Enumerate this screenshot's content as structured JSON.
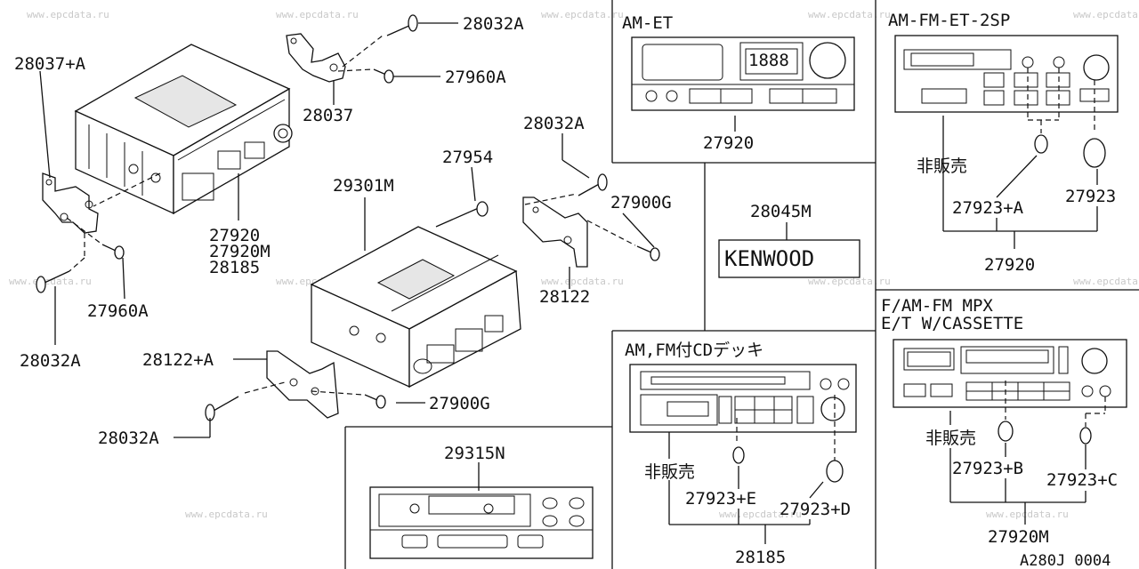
{
  "watermark": "www.epcdata.ru",
  "doc_code": "A280J 0004",
  "not_for_sale": "非販売",
  "brand_plate": "KENWOOD",
  "sections": {
    "am_et": "AM-ET",
    "am_fm_et_2sp": "AM-FM-ET-2SP",
    "am_fm_cd": "AM,FM付CDデッキ",
    "f_am_fm_mpx_line1": "F/AM-FM MPX",
    "f_am_fm_mpx_line2": "E/T W/CASSETTE"
  },
  "display": {
    "am_et_clock": "1888"
  },
  "parts": {
    "p28032A_top": "28032A",
    "p27960A_top": "27960A",
    "p28037": "28037",
    "p28037A": "28037+A",
    "p27920_a": "27920",
    "p27920M_a": "27920M",
    "p28185_a": "28185",
    "p27960A_b": "27960A",
    "p28032A_b": "28032A",
    "p27954": "27954",
    "p29301M": "29301M",
    "p28032A_c": "28032A",
    "p27900G_a": "27900G",
    "p28122": "28122",
    "p28122A": "28122+A",
    "p27900G_b": "27900G",
    "p28032A_d": "28032A",
    "p27920_amet": "27920",
    "p28045M": "28045M",
    "p27923A": "27923+A",
    "p27923": "27923",
    "p27920_2sp": "27920",
    "p29315N": "29315N",
    "p27923E": "27923+E",
    "p27923D": "27923+D",
    "p28185_cd": "28185",
    "p27923B": "27923+B",
    "p27923C": "27923+C",
    "p27920M_mpx": "27920M"
  }
}
